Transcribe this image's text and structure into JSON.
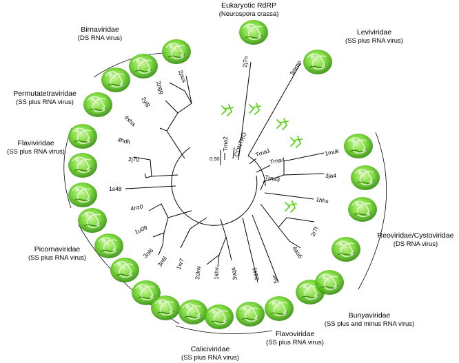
{
  "families": {
    "eukaryotic": {
      "name": "Eukaryotic RdRP",
      "sub": "(Neurospora crassa)"
    },
    "leviviridae": {
      "name": "Leviviridae",
      "sub": "(SS plus RNA  virus)"
    },
    "birnaviridae": {
      "name": "Birnaviridae",
      "sub": "(DS RNA virus)"
    },
    "permutatetraviridae": {
      "name": "Permutatetraviridae",
      "sub": "(SS plus RNA virus)"
    },
    "flaviviridae": {
      "name": "Flaviviridae",
      "sub": "(SS plus RNA virus)"
    },
    "picornaviridae": {
      "name": "Picornaviridae",
      "sub": "(SS plus RNA virus)"
    },
    "reoviridae": {
      "name": "Reoviridae/Cystoviridae",
      "sub": "(DS RNA virus)"
    },
    "bunyaviridae": {
      "name": "Bunyaviridae",
      "sub": "(SS plus and minus RNA virus)"
    },
    "flavoviridae": {
      "name": "Flavoviridae",
      "sub": "(SS plus RNA virus)"
    },
    "caliciviridae": {
      "name": "Caliciviridae",
      "sub": "(SS plus RNA virus)"
    }
  },
  "leaves": {
    "l_2j7n": "2j7n",
    "l_3mmp": "3mmp",
    "l_2pus": "2pus",
    "l_2pgg": "2pgg",
    "l_2yi8": "2yi8",
    "l_4xha": "4xha",
    "l_4hdh": "4hdh",
    "l_2j7u": "2j7u",
    "l_1s48": "1s48",
    "l_4nz0": "4nz0",
    "l_1u09": "1u09",
    "l_3ol6": "3ol6",
    "l_3n6l": "3n6l",
    "l_1xr7": "1xr7",
    "l_2ckw": "2ckw",
    "l_1khv": "1khv",
    "l_3uqs": "3uqs",
    "l_2d41": "2d41",
    "l_5ar": "5ar",
    "l_4au6": "4au6",
    "l_2r7t": "2r7t",
    "l_1hhs": "1hhs",
    "l_3ja4": "3ja4",
    "l_1muk": "1muk"
  },
  "controls": {
    "trna2": "Trna2",
    "contro": "CONTRO",
    "trna1": "Trna1",
    "trna4": "Trna4",
    "trna3": "Trna3"
  },
  "scale_label": "0.50",
  "colors": {
    "structure": "#5fd21e",
    "structure_dark": "#2f8a0a",
    "line": "#000000"
  }
}
